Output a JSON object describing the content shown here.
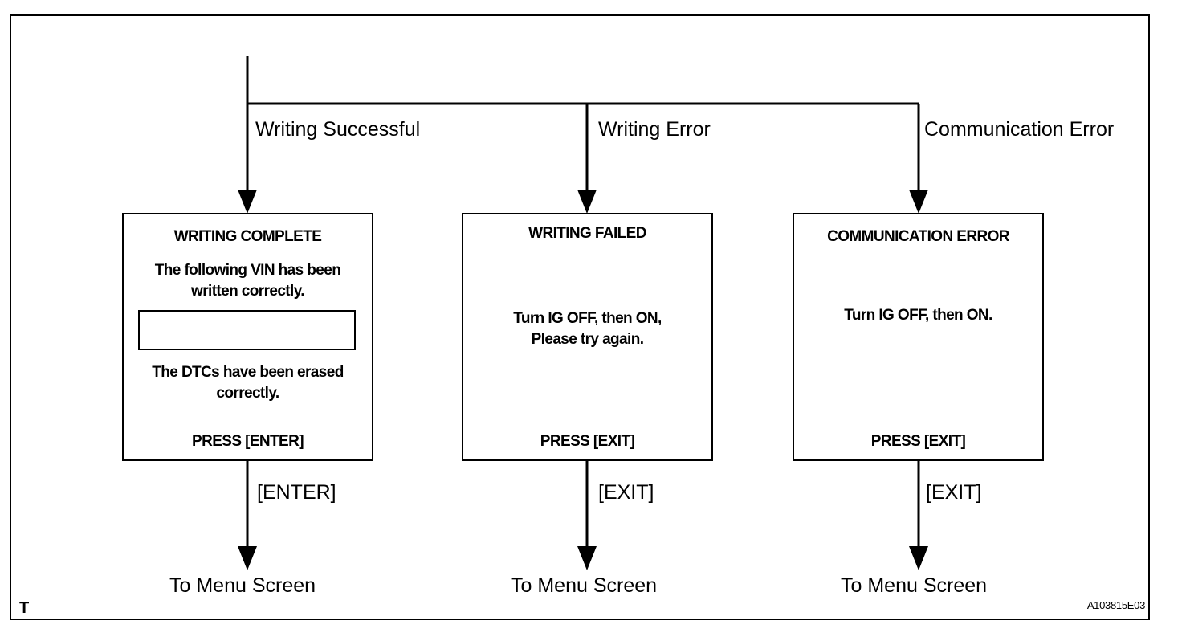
{
  "branches": {
    "success": "Writing Successful",
    "writing_error": "Writing Error",
    "comm_error": "Communication Error"
  },
  "screens": {
    "complete": {
      "title": "WRITING COMPLETE",
      "line1": "The following VIN has been",
      "line2": "written correctly.",
      "line3": "The DTCs have been erased",
      "line4": "correctly.",
      "prompt": "PRESS [ENTER]"
    },
    "failed": {
      "title": "WRITING  FAILED",
      "line1": "Turn IG OFF, then ON,",
      "line2": "Please try again.",
      "prompt": "PRESS [EXIT]"
    },
    "comm": {
      "title": "COMMUNICATION ERROR",
      "line1": "Turn IG OFF, then ON.",
      "prompt": "PRESS [EXIT]"
    }
  },
  "keys": {
    "enter": "[ENTER]",
    "exit_failed": "[EXIT]",
    "exit_comm": "[EXIT]"
  },
  "destinations": {
    "left": "To Menu Screen",
    "center": "To Menu Screen",
    "right": "To Menu Screen"
  },
  "corner_mark": "T",
  "figure_id": "A103815E03"
}
